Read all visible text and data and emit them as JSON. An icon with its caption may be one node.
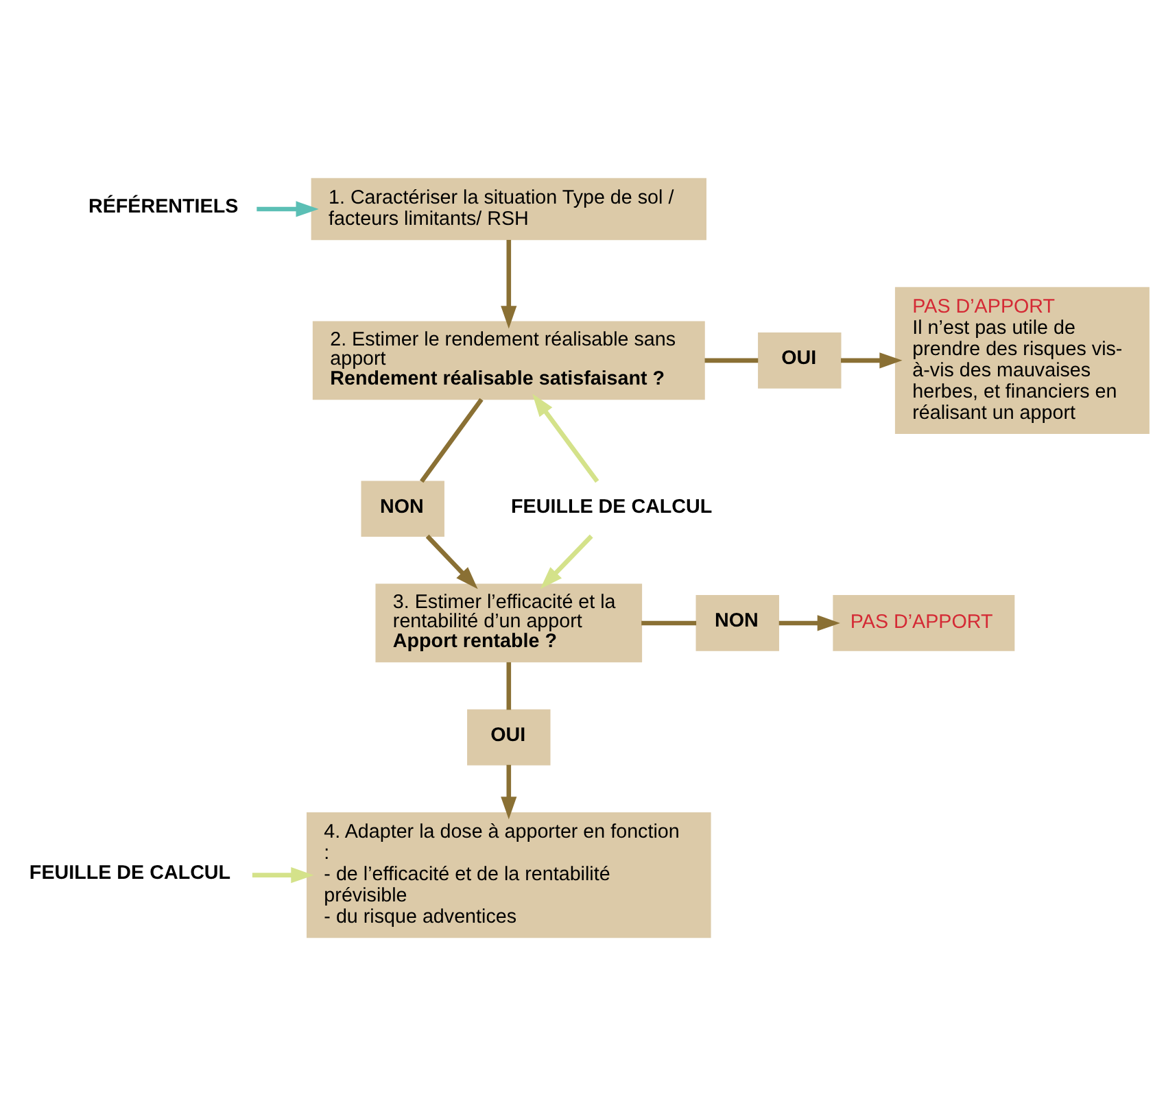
{
  "diagram": {
    "nodes": [
      {
        "text": [
          "1. Caractériser la situation Type de sol / facteurs limitants/ RSH"
        ]
      },
      {
        "text": [
          "RÉFÉRENTIELS"
        ]
      },
      {
        "text": [
          "2. Estimer le rendement réalisable sans apport",
          "Rendement réalisable satisfaisant ?"
        ]
      },
      {
        "text": [
          "OUI"
        ]
      },
      {
        "text": [
          "PAS D’APPORT",
          "Il n’est pas utile de prendre des risques vis-à-vis des mauvaises herbes, et financiers en réalisant un apport"
        ]
      },
      {
        "text": [
          "NON"
        ]
      },
      {
        "text": [
          "FEUILLE DE CALCUL"
        ]
      },
      {
        "text": [
          "3. Estimer l’efficacité et la rentabilité d’un apport",
          "Apport rentable ?"
        ]
      },
      {
        "text": [
          "NON"
        ]
      },
      {
        "text": [
          "PAS D’APPORT"
        ]
      },
      {
        "text": [
          "OUI"
        ]
      },
      {
        "text": [
          "4. Adapter la dose à apporter en fonction :",
          "- de l’efficacité et de la rentabilité prévisible",
          "- du risque adventices"
        ]
      },
      {
        "text": [
          "FEUILLE DE CALCUL"
        ]
      }
    ],
    "edges": [
      {
        "from": 1,
        "to": 0,
        "arrow": "to",
        "color": "#5bbfb5"
      },
      {
        "from": 0,
        "to": 2,
        "arrow": "to"
      },
      {
        "from": 2,
        "to": 3,
        "arrow": "none"
      },
      {
        "from": 3,
        "to": 4,
        "arrow": "to"
      },
      {
        "from": 2,
        "to": 5,
        "arrow": "none"
      },
      {
        "from": 5,
        "to": 7,
        "arrow": "to"
      },
      {
        "from": 6,
        "to": 2,
        "arrow": "to",
        "color": "#d4e28a"
      },
      {
        "from": 6,
        "to": 7,
        "arrow": "to",
        "color": "#d4e28a"
      },
      {
        "from": 7,
        "to": 8,
        "arrow": "none"
      },
      {
        "from": 8,
        "to": 9,
        "arrow": "to"
      },
      {
        "from": 7,
        "to": 10,
        "arrow": "none"
      },
      {
        "from": 10,
        "to": 11,
        "arrow": "to"
      },
      {
        "from": 12,
        "to": 11,
        "arrow": "to",
        "color": "#d4e28a"
      }
    ]
  }
}
